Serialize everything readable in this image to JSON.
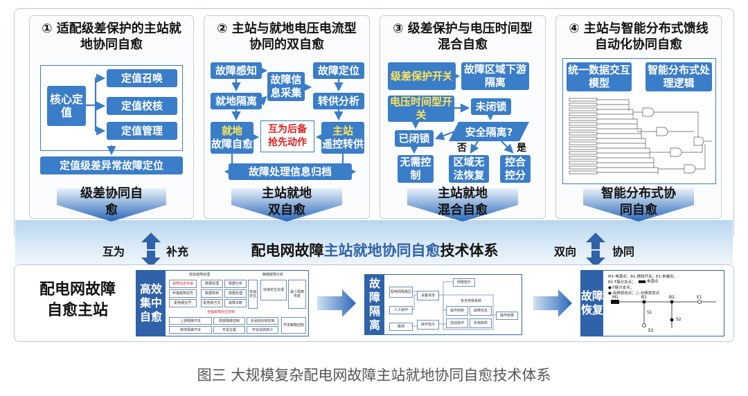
{
  "panel1": {
    "title": "① 适配级差保护的主站就地协同自愈",
    "core": "核心定值",
    "items": [
      "定值召唤",
      "定值校核",
      "定值管理"
    ],
    "footer": "定值级差异常故障定位",
    "bottom": "级差协同自愈"
  },
  "panel2": {
    "title": "② 主站与就地电压电流型协同的双自愈",
    "fault_sense": "故障感知",
    "info_collect": "故障信息采集",
    "fault_locate": "故障定位",
    "local_isolate": "就地隔离",
    "transfer_analysis": "转供分析",
    "local_heal_a": "就地",
    "local_heal_b": "故障自愈",
    "backup": "互为后备",
    "race": "抢先动作",
    "remote_a": "主站",
    "remote_b": "遥控转供",
    "archive": "故障处理信息归档",
    "bottom": "主站就地双自愈"
  },
  "panel3": {
    "title": "③ 级差保护与电压时间型混合自愈",
    "grade": "级差保护开关",
    "isolate": "故障区域下游隔离",
    "vt": "电压时间型开关",
    "not_locked": "未闭锁",
    "safe_q": "安全隔离?",
    "locked": "已闭锁",
    "no_label": "否",
    "yes_label": "是",
    "no_control": "无需控制",
    "no_recover": "区域无法恢复",
    "control": "控合控分",
    "bottom": "主站就地混合自愈"
  },
  "panel4": {
    "title": "④ 主站与智能分布式馈线自动化协同自愈",
    "model": "统一数据交互模型",
    "logic": "智能分布式处理逻辑",
    "bottom": "智能分布式协同自愈"
  },
  "banner": {
    "left_a": "互为",
    "left_b": "补充",
    "title_a": "配电网故障",
    "title_b": "主站就地协同自愈",
    "title_c": "技术体系",
    "right_a": "双向",
    "right_b": "协同"
  },
  "bottom_row": {
    "main": "配电网故障自愈主站",
    "efficient": "高效集中自愈",
    "isolate": "故障隔离",
    "recover": "故障恢复"
  },
  "thumb1": {
    "sec_a": "高效故障处理",
    "sec_b": "快速定位",
    "sec_c": "精细故障分析",
    "rows": [
      [
        "故障信息快速",
        "数据处理",
        "数据分析"
      ],
      [
        "终端故障信号",
        "数据校核",
        "数据处理"
      ],
      [
        "配电网信号",
        "配电网方式",
        "故障诊断"
      ]
    ],
    "col_d": "快速定位处理",
    "col_e": "最小隔离恢复",
    "sec_f": "全面故障反应控制",
    "row_f": [
      "上游隔离开关",
      "局部隔离控制",
      "多回线负荷控制"
    ],
    "row_g": [
      "转供隔离开关",
      "开关位置",
      "开关动态统计"
    ],
    "extra": "开发策略控制"
  },
  "thumb2": {
    "a": "配电网隔离区",
    "b": "人工操作",
    "c": "跳闸",
    "d": "设备状态",
    "e": "网络拓扑",
    "f": "操作指令",
    "g": "安全校核系统",
    "h": "操作控制",
    "i": "自动操作",
    "j": "故障信息",
    "k": "负荷转供",
    "l": "操作结果"
  },
  "thumb3": {
    "legend_a": "M1-电源点；B1-馈线开关；E1-末端点；",
    "legend_b": "B1-T接分支点；",
    "legend_c": "-电源点",
    "legend_d": "-T接分支点；",
    "legend_e": "-合闸状态点；",
    "legend_f": "-分闸状态点",
    "n_m1": "M1",
    "n_b1": "B1",
    "n_b2": "B2",
    "n_e1": "E1",
    "n_s1": "S1",
    "n_s2": "S2",
    "n_e2": "E2"
  },
  "caption": "图三 大规模复杂配电网故障主站就地协同自愈技术体系",
  "colors": {
    "blue": "#3a7dc8",
    "dark_blue": "#2f62a8",
    "yellow": "#ffe45a",
    "red": "#e02020"
  }
}
